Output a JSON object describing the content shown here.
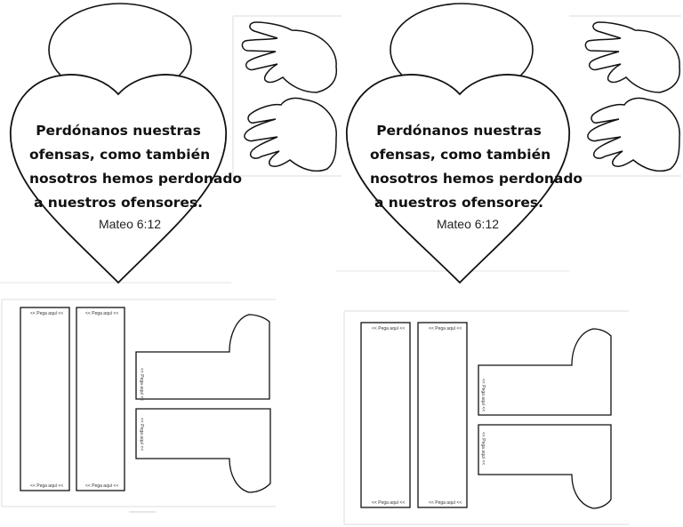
{
  "sheets": [
    {
      "verse_lines": [
        "Perdónanos nuestras",
        "ofensas, como también",
        "nosotros hemos perdonado",
        "a nuestros ofensores."
      ],
      "reference": "Mateo 6:12"
    },
    {
      "verse_lines": [
        "Perdónanos nuestras",
        "ofensas, como también",
        "nosotros hemos perdonado",
        "a nuestros ofensores."
      ],
      "reference": "Mateo 6:12"
    }
  ],
  "glue_label": "<< Pega aquí <<",
  "icons": [
    "heart-shape",
    "head-circle-shape",
    "hand-shape",
    "arm-strip",
    "leg-shape"
  ]
}
